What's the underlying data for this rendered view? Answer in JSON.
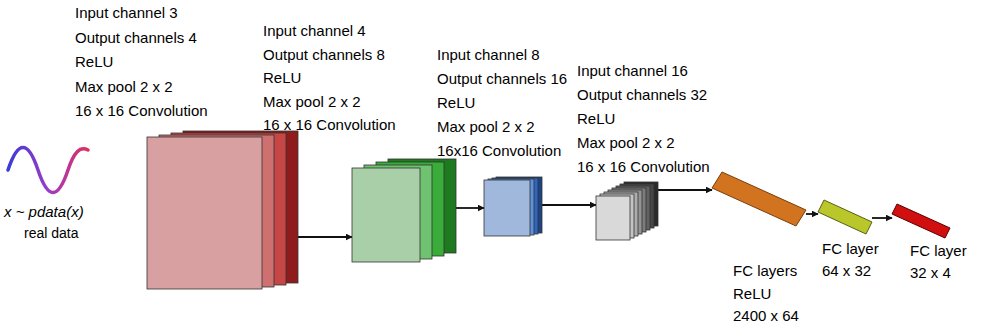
{
  "diagram": {
    "nodes": [
      {
        "text": [
          "Input channel 3",
          "Output channels 4",
          "ReLU",
          "Max pool 2 x 2",
          "16 x 16 Convolution"
        ]
      },
      {
        "text": [
          "Input channel 4",
          "Output channels 8",
          "ReLU",
          "Max pool 2 x 2",
          "16 x 16 Convolution"
        ]
      },
      {
        "text": [
          "Input channel 8",
          "Output channels 16",
          "ReLU",
          "Max pool 2 x 2",
          "16x16 Convolution"
        ]
      },
      {
        "text": [
          "Input channel 16",
          "Output channels 32",
          "ReLU",
          "Max pool 2 x 2",
          "16 x 16 Convolution"
        ]
      },
      {
        "text": [
          "FC layers",
          "ReLU",
          "2400 x 64"
        ]
      },
      {
        "text": [
          "FC layer",
          "64 x 32"
        ]
      },
      {
        "text": [
          "FC layer",
          "32 x 4"
        ]
      }
    ],
    "edges": [
      {
        "from": 0,
        "to": 1,
        "arrow": "to"
      },
      {
        "from": 1,
        "to": 2,
        "arrow": "to"
      },
      {
        "from": 2,
        "to": 3,
        "arrow": "to"
      },
      {
        "from": 3,
        "to": 4,
        "arrow": "to"
      },
      {
        "from": 4,
        "to": 5,
        "arrow": "to"
      },
      {
        "from": 5,
        "to": 6,
        "arrow": "to"
      }
    ],
    "labels": [
      "x ~ pdata(x)",
      "real data"
    ]
  }
}
